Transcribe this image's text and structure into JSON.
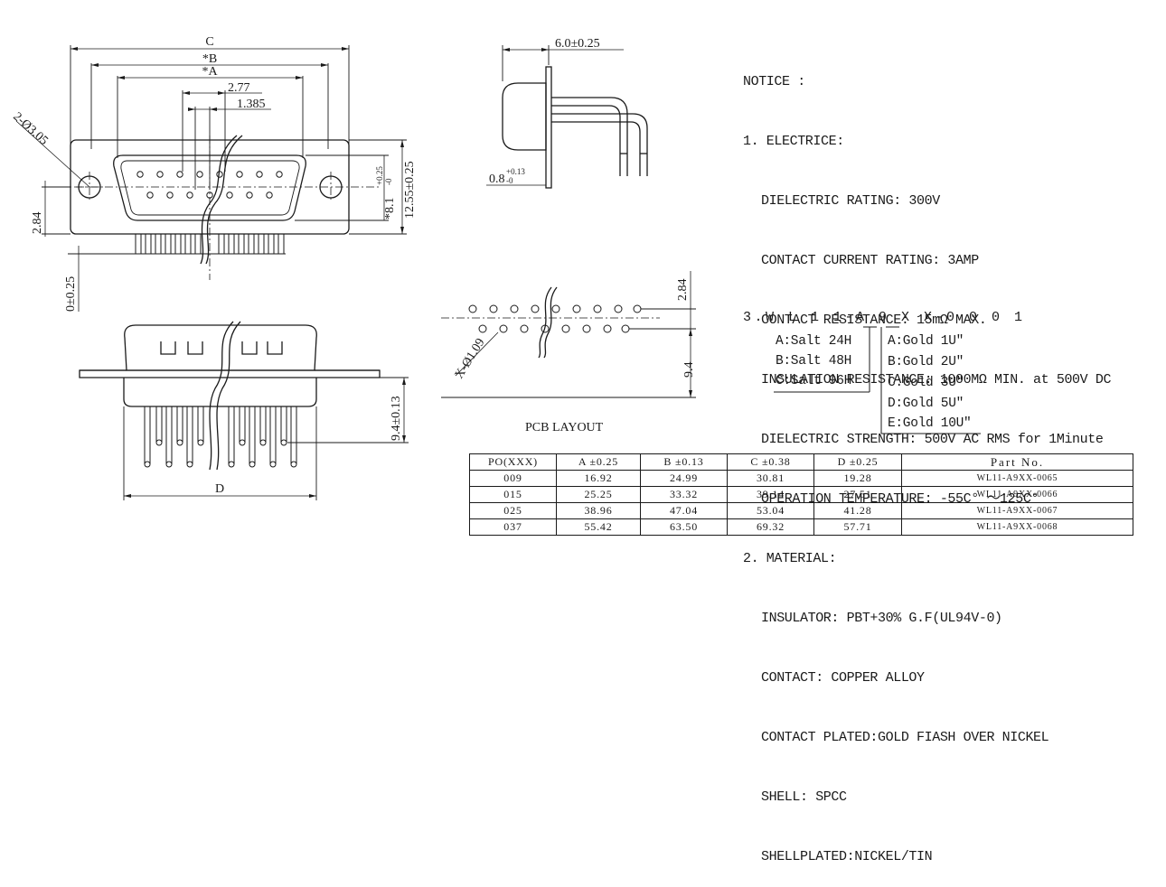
{
  "dimensions": {
    "c": "C",
    "b": "*B",
    "a": "*A",
    "pitch": "2.77",
    "half_pitch": "1.385",
    "hole": "2-Ø3.05",
    "row_offset": "2.84",
    "base_tol": "0±0.25",
    "height_tol_main": "*8.1",
    "height_tol_sup": "+0.25",
    "height_tol_sub": "-0",
    "height": "12.55±0.25",
    "width_d": "D",
    "depth": "6.0±0.25",
    "pin_offset_main": "0.8",
    "pin_offset_sup": "+0.13",
    "pin_offset_sub": "-0",
    "pin_height": "9.4±0.13",
    "pcb_row": "2.84",
    "pcb_depth": "9.4",
    "pcb_hole": "X-Ø1.09"
  },
  "notice": {
    "title": "NOTICE :",
    "sections": [
      {
        "heading": "1. ELECTRICE:",
        "lines": [
          "DIELECTRIC RATING: 300V",
          "CONTACT CURRENT RATING: 3AMP",
          "CONTACT RESISTANCE: 15mΩ MAX.",
          "INSULATION RESISTANCE: 1000MΩ MIN. at 500V DC",
          "DIELECTRIC STRENGTH: 500V AC RMS for 1Minute",
          "OPERATION TEMPERATURE: -55C° ～125C°"
        ]
      },
      {
        "heading": "2. MATERIAL:",
        "lines": [
          "INSULATOR: PBT+30% G.F(UL94V-0)",
          "CONTACT: COPPER ALLOY",
          "CONTACT PLATED:GOLD FIASH OVER NICKEL",
          "SHELL: SPCC",
          "SHELLPLATED:NICKEL/TIN"
        ]
      }
    ],
    "code": "3.W L 1 1-A 9 X X-0 0 0 1",
    "salt_options": [
      "A:Salt 24H",
      "B:Salt 48H",
      "C:Salt 96H"
    ],
    "gold_options": [
      "A:Gold 1U″",
      "B:Gold 2U″",
      "C:Gold 3U″",
      "D:Gold 5U″",
      "E:Gold 10U″"
    ]
  },
  "pcb_layout_label": "PCB LAYOUT",
  "table": {
    "headers": [
      "PO(XXX)",
      "A ±0.25",
      "B ±0.13",
      "C ±0.38",
      "D ±0.25",
      "Part   No."
    ],
    "rows": [
      [
        "009",
        "16.92",
        "24.99",
        "30.81",
        "19.28",
        "WL11-A9XX-0065"
      ],
      [
        "015",
        "25.25",
        "33.32",
        "39.14",
        "27.51",
        "WL11-A9XX-0066"
      ],
      [
        "025",
        "38.96",
        "47.04",
        "53.04",
        "41.28",
        "WL11-A9XX-0067"
      ],
      [
        "037",
        "55.42",
        "63.50",
        "69.32",
        "57.71",
        "WL11-A9XX-0068"
      ]
    ]
  }
}
